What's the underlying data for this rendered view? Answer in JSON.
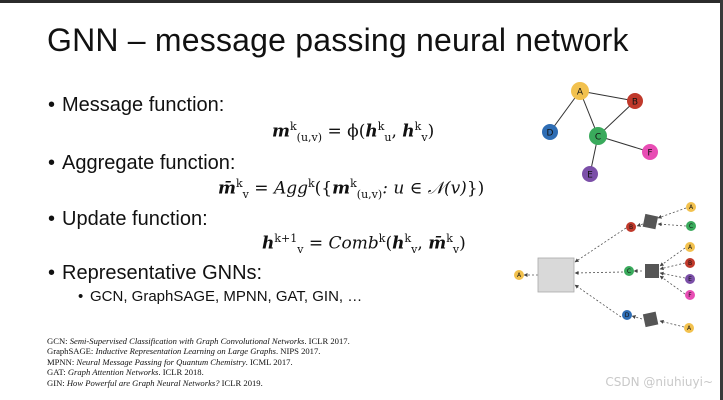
{
  "slide": {
    "title": "GNN – message passing neural network",
    "bullets": [
      {
        "label": "Message function:"
      },
      {
        "label": "Aggregate function:"
      },
      {
        "label": "Update function:"
      },
      {
        "label": "Representative GNNs:"
      }
    ],
    "sub_bullet": "GCN, GraphSAGE, MPNN, GAT, GIN, …",
    "equations": {
      "message": {
        "lhs": "m",
        "lhs_sup": "k",
        "lhs_sub": "(u,v)",
        "op": "= ϕ(",
        "a": "h",
        "a_sup": "k",
        "a_sub": "u",
        "sep": ",",
        "b": "h",
        "b_sup": "k",
        "b_sub": "v",
        "close": ")"
      },
      "aggregate": {
        "lhs": "m̄",
        "lhs_sup": "k",
        "lhs_sub": "v",
        "op": "= Agg",
        "op_sup": "k",
        "open": "({",
        "m": "m",
        "m_sup": "k",
        "m_sub": "(u,v)",
        "cond": ": u ∈ 𝒩(v)",
        "close": "})"
      },
      "update": {
        "lhs": "h",
        "lhs_sup": "k+1",
        "lhs_sub": "v",
        "op": "= Comb",
        "op_sup": "k",
        "open": "(",
        "a": "h",
        "a_sup": "k",
        "a_sub": "v",
        "sep": ",",
        "b": "m̄",
        "b_sup": "k",
        "b_sub": "v",
        "close": ")"
      }
    },
    "references": [
      {
        "abbr": "GCN:",
        "title": "Semi-Supervised Classification with Graph Convolutional Networks",
        "venue": ". ICLR 2017."
      },
      {
        "abbr": "GraphSAGE:",
        "title": "Inductive Representation Learning on Large Graphs",
        "venue": ". NIPS 2017."
      },
      {
        "abbr": "MPNN:",
        "title": "Neural Message Passing for Quantum Chemistry",
        "venue": ". ICML 2017."
      },
      {
        "abbr": "GAT:",
        "title": "Graph Attention Networks",
        "venue": ". ICLR 2018."
      },
      {
        "abbr": "GIN:",
        "title": "How Powerful are Graph Neural Networks?",
        "venue": " ICLR 2019."
      }
    ],
    "graph_nodes": [
      {
        "label": "A",
        "color": "#f2c14e"
      },
      {
        "label": "B",
        "color": "#c0392b"
      },
      {
        "label": "C",
        "color": "#3aaa5c"
      },
      {
        "label": "D",
        "color": "#2e6db4"
      },
      {
        "label": "E",
        "color": "#7b4fa8"
      },
      {
        "label": "F",
        "color": "#e84db4"
      }
    ],
    "tree_labels": {
      "root": "A",
      "mid": [
        "B",
        "C",
        "D"
      ],
      "leaves_b": [
        "A",
        "C"
      ],
      "leaves_c": [
        "A",
        "B",
        "E",
        "F"
      ],
      "leaves_d": [
        "A"
      ]
    },
    "watermark": "CSDN @niuhiuyi~"
  }
}
